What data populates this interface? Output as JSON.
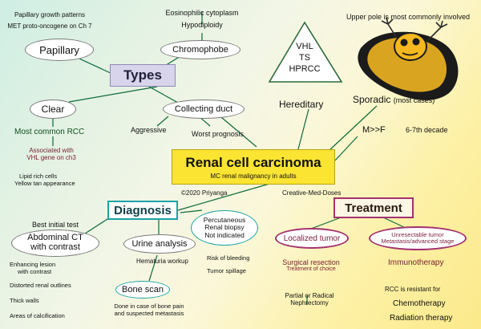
{
  "central": {
    "title": "Renal cell carcinoma",
    "subtitle": "MC renal malignancy in adults"
  },
  "copyright": "©2020 Priyanga",
  "credit": "Creative-Med-Doses",
  "types": {
    "label": "Types",
    "papillary": {
      "label": "Papillary",
      "notes": [
        "Papillary growth patterns",
        "MET proto-oncogene on Ch 7"
      ]
    },
    "chromophobe": {
      "label": "Chromophobe",
      "notes": [
        "Eosinophilic cytoplasm",
        "Hypodiploidy"
      ]
    },
    "clear": {
      "label": "Clear",
      "note": "Most common RCC",
      "assoc": [
        "Associated with",
        "VHL gene on ch3"
      ],
      "extra": [
        "Lipid rich cells",
        "Yellow tan appearance"
      ]
    },
    "collecting": {
      "label": "Collecting duct",
      "notes": [
        "Aggressive",
        "Worst prognosis"
      ]
    }
  },
  "hereditary": {
    "label": "Hereditary",
    "genes": [
      "VHL",
      "TS",
      "HPRCC"
    ]
  },
  "sporadic": {
    "label": "Sporadic",
    "sub": "(most cases)"
  },
  "upper_pole": "Upper pole is most commonly involved",
  "ratio": "M>>F",
  "decade": "6-7th decade",
  "diagnosis": {
    "label": "Diagnosis",
    "best_test_label": "Best initial test",
    "ct": [
      "Abdominal CT",
      "with contrast"
    ],
    "ct_findings": [
      "Enhancing lesion",
      "with contrast",
      "Distorted renal outlines",
      "Thick walls",
      "Areas of calcification"
    ],
    "urine": "Urine analysis",
    "urine_note": "Hematuria workup",
    "bone": "Bone scan",
    "bone_note": [
      "Done in case of bone pain",
      "and suspected metastasis"
    ],
    "biopsy": [
      "Percutaneous",
      "Renal biopsy",
      "Not indicated"
    ],
    "biopsy_risks": [
      "Risk of bleeding",
      "Tumor spillage"
    ]
  },
  "treatment": {
    "label": "Treatment",
    "localized": "Localized tumor",
    "localized_notes": [
      "Surgical resection",
      "Treatment of choice",
      "Partial or Radical",
      "Nephrectomy"
    ],
    "unresectable": [
      "Unresectable tumor",
      "Metastasis/advanced stage"
    ],
    "immuno": "Immunotherapy",
    "resistant": "RCC is resistant for",
    "chemo": "Chemotherapy",
    "radiation": "Radiation therapy"
  }
}
